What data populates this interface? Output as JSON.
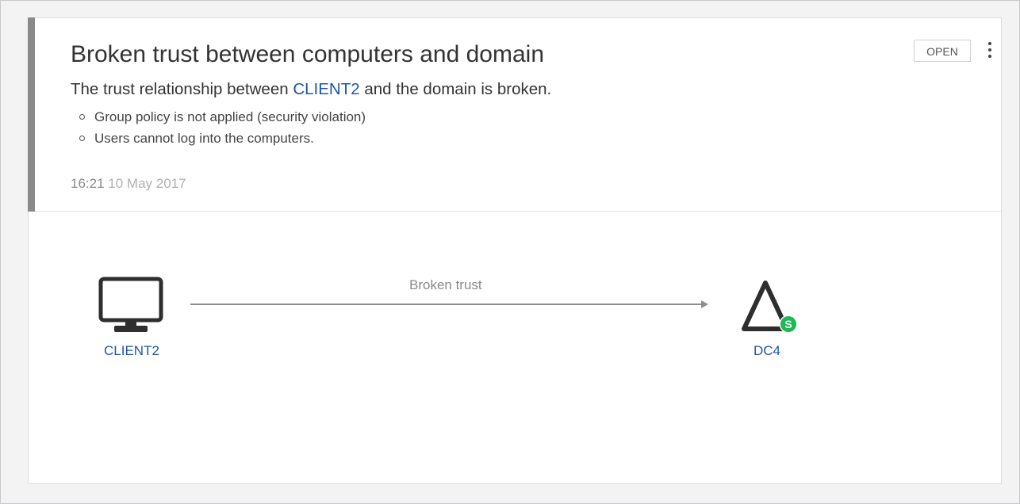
{
  "alert": {
    "title": "Broken trust between computers and domain",
    "description_prefix": "The trust relationship between ",
    "description_link": "CLIENT2",
    "description_suffix": " and the domain is broken.",
    "bullets": [
      "Group policy is not applied (security violation)",
      "Users cannot log into the computers."
    ],
    "time": "16:21",
    "date": "10 May 2017",
    "status_button_label": "OPEN",
    "accent_color": "#8a8a8d",
    "link_color": "#1f56a8"
  },
  "diagram": {
    "source": {
      "label": "CLIENT2",
      "icon": "monitor-icon"
    },
    "edge": {
      "label": "Broken trust"
    },
    "target": {
      "label": "DC4",
      "icon": "domain-controller-icon",
      "badge_letter": "S",
      "badge_color": "#1db954"
    }
  }
}
